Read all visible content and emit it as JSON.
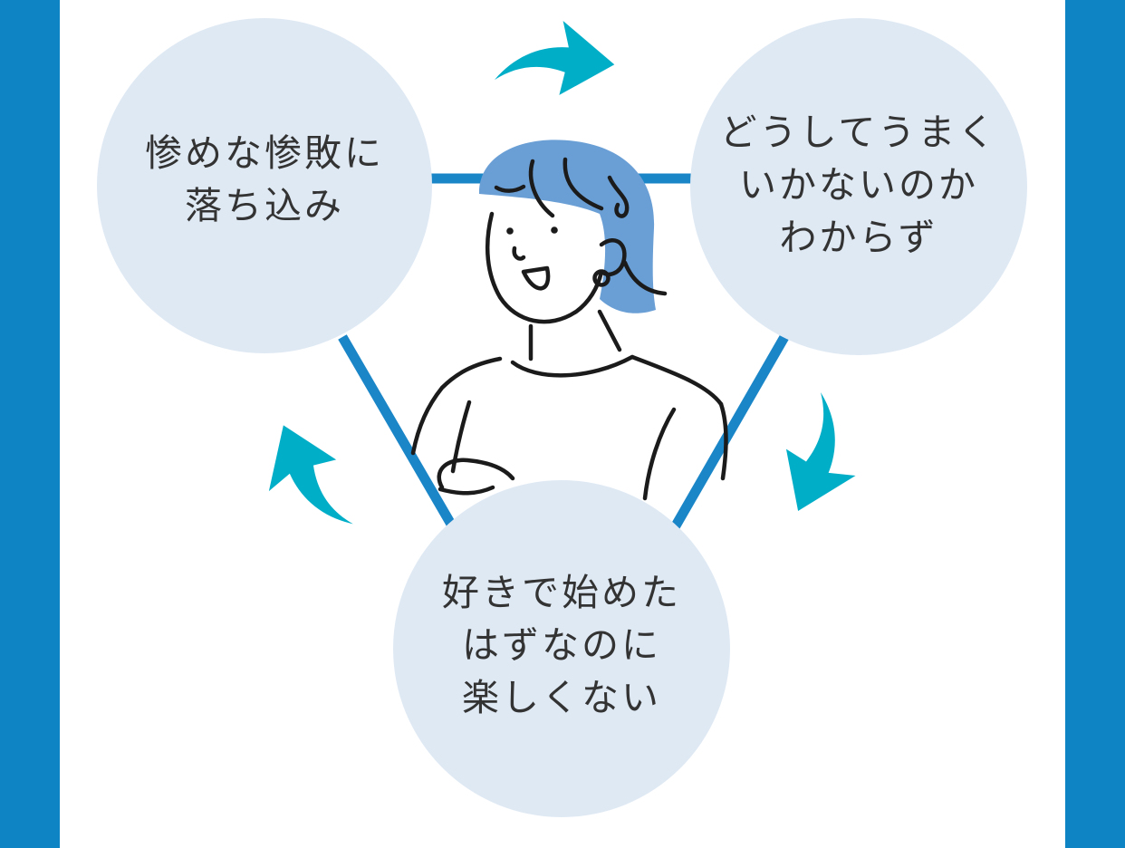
{
  "colors": {
    "frame": "#0e84c4",
    "panel": "#ffffff",
    "circle_fill": "#dfe9f4",
    "connector": "#1a86c8",
    "arrow": "#00aec8",
    "hair": "#6a9fd6",
    "ink": "#1b1b1b",
    "text": "#333333"
  },
  "nodes": {
    "left": {
      "lines": [
        "惨めな惨敗に",
        "落ち込み"
      ]
    },
    "right": {
      "lines": [
        "どうしてうまく",
        "いかないのか",
        "わからず"
      ]
    },
    "bottom": {
      "lines": [
        "好きで始めた",
        "はずなのに",
        "楽しくない"
      ]
    }
  },
  "cycle": {
    "order": [
      "left",
      "right",
      "bottom"
    ],
    "direction": "clockwise",
    "arrow_icon": "curved-arrow-icon"
  },
  "illustration": {
    "icon": "woman-illustration-icon",
    "hair_color": "#6a9fd6"
  }
}
